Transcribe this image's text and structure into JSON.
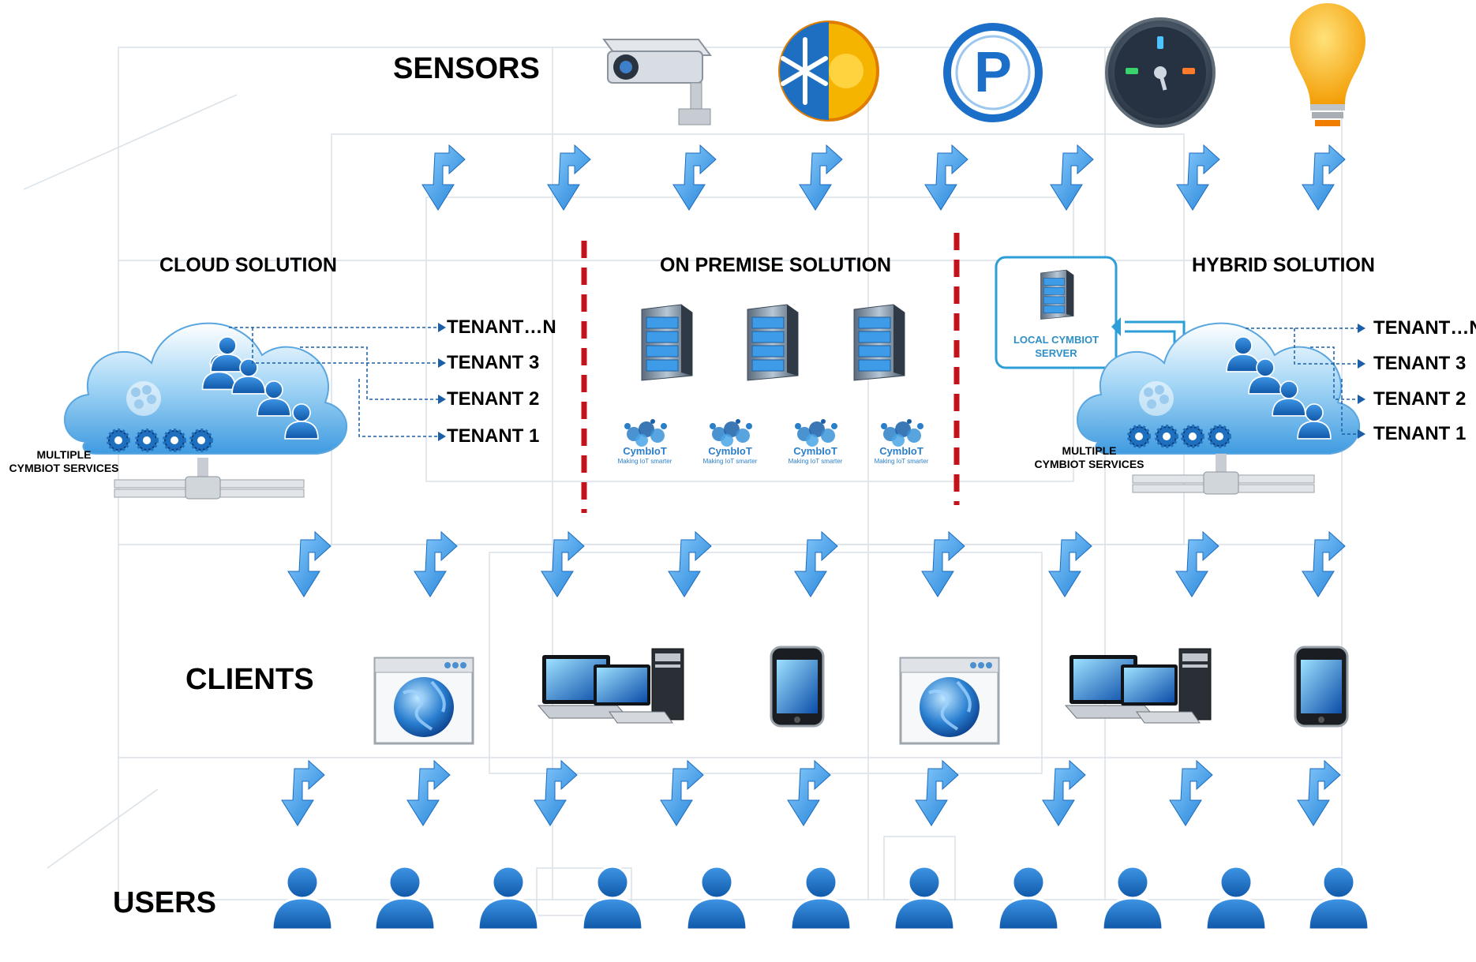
{
  "rows": {
    "sensors": "SENSORS",
    "clients": "CLIENTS",
    "users": "USERS"
  },
  "solutions": {
    "cloud": {
      "title": "CLOUD SOLUTION",
      "services": [
        "MULTIPLE",
        "CYMBIOT SERVICES"
      ],
      "tenants": [
        "TENANT…N",
        "TENANT 3",
        "TENANT 2",
        "TENANT 1"
      ]
    },
    "on_premise": {
      "title": "ON PREMISE SOLUTION",
      "logo_name": "CymbIoT",
      "logo_tagline": "Making IoT smarter"
    },
    "hybrid": {
      "title": "HYBRID SOLUTION",
      "local_server": [
        "LOCAL CYMBIOT",
        "SERVER"
      ],
      "services": [
        "MULTIPLE",
        "CYMBIOT SERVICES"
      ],
      "tenants": [
        "TENANT…N",
        "TENANT 3",
        "TENANT 2",
        "TENANT 1"
      ]
    }
  },
  "sensor_icons": [
    "security-camera-icon",
    "hvac-icon",
    "parking-icon",
    "gauge-icon",
    "light-bulb-icon"
  ],
  "client_icons": [
    "web-browser-icon",
    "desktop-computers-icon",
    "smartphone-icon",
    "web-browser-icon",
    "desktop-computers-icon",
    "smartphone-icon"
  ],
  "colors": {
    "arrow_blue": "#3a8fd8",
    "divider_red": "#c4121a",
    "user_blue": "#1d6fc4",
    "cloud_blue": "#6fb9ea"
  }
}
